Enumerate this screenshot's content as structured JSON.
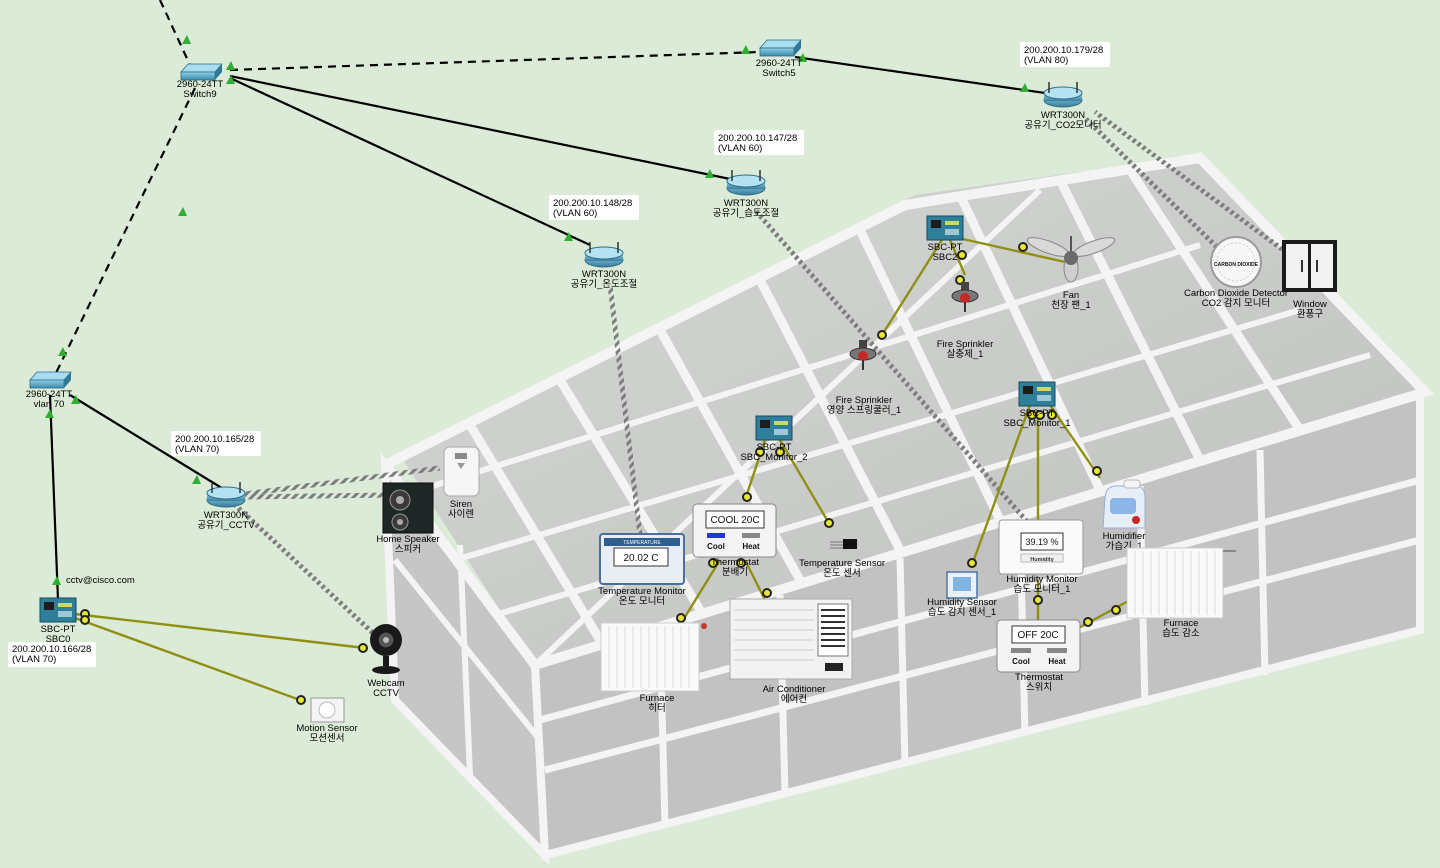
{
  "devices": {
    "switch9": {
      "model": "2960-24TT",
      "name": "Switch9"
    },
    "switch5": {
      "model": "2960-24TT",
      "name": "Switch5"
    },
    "switch_vlan70": {
      "model": "2960-24TT",
      "name": "vlan 70"
    },
    "router_co2": {
      "model": "WRT300N",
      "name": "공유기_CO2모니터",
      "ip": "200.200.10.179/28",
      "vlan": "(VLAN 80)"
    },
    "router_humid": {
      "model": "WRT300N",
      "name": "공유기_습도조절",
      "ip": "200.200.10.147/28",
      "vlan": "(VLAN 60)"
    },
    "router_temp": {
      "model": "WRT300N",
      "name": "공유기_온도조절",
      "ip": "200.200.10.148/28",
      "vlan": "(VLAN 60)"
    },
    "router_cctv": {
      "model": "WRT300N",
      "name": "공유기_CCTV",
      "ip": "200.200.10.165/28",
      "vlan": "(VLAN 70)"
    },
    "sbc0": {
      "model": "SBC-PT",
      "name": "SBC0",
      "ip": "200.200.10.166/28",
      "vlan": "(VLAN 70)",
      "user": "cctv@cisco.com"
    },
    "sbc2": {
      "model": "SBC-PT",
      "name": "SBC2"
    },
    "sbc_monitor_1": {
      "model": "SBC-PT",
      "name": "SBC_Monitor_1"
    },
    "sbc_monitor_2": {
      "model": "SBC-PT",
      "name": "SBC_Monitor_2"
    },
    "fan": {
      "name": "Fan",
      "sub": "천장 팬_1"
    },
    "fire_sprinkler_1": {
      "name": "Fire Sprinkler",
      "sub": "살충제_1"
    },
    "fire_sprinkler_2": {
      "name": "Fire Sprinkler",
      "sub": "영양 스프링쿨러_1"
    },
    "co2_detector": {
      "name": "Carbon Dioxide Detector",
      "sub": "CO2 감지 모니터",
      "face": "CARBON DIOXIDE"
    },
    "window": {
      "name": "Window",
      "sub": "환풍구"
    },
    "siren": {
      "name": "Siren",
      "sub": "사이렌"
    },
    "speaker": {
      "name": "Home Speaker",
      "sub": "스피커"
    },
    "webcam": {
      "name": "Webcam",
      "sub": "CCTV"
    },
    "motion": {
      "name": "Motion Sensor",
      "sub": "모션센서"
    },
    "temp_monitor": {
      "name": "Temperature Monitor",
      "sub": "온도 모니터",
      "header": "TEMPERATURE",
      "display": "20.02 C"
    },
    "thermostat_1": {
      "name": "Thermostat",
      "sub": "분배기",
      "display": "COOL 20C",
      "cool": "Cool",
      "heat": "Heat"
    },
    "temp_sensor": {
      "name": "Temperature Sensor",
      "sub": "온도 센서"
    },
    "furnace_1": {
      "name": "Furnace",
      "sub": "히터"
    },
    "aircon": {
      "name": "Air Conditioner",
      "sub": "에어컨"
    },
    "humidity_sensor": {
      "name": "Humidity Sensor",
      "sub": "습도 감지 센서_1"
    },
    "humidity_monitor": {
      "name": "Humidity Monitor",
      "sub": "습도 모니터_1",
      "display": "39.19 %",
      "caption": "Humidity"
    },
    "humidifier": {
      "name": "Humidifier",
      "sub": "가습기_1"
    },
    "thermostat_2": {
      "name": "Thermostat",
      "sub": "스위치",
      "display": "OFF 20C",
      "cool": "Cool",
      "heat": "Heat"
    },
    "furnace_2": {
      "name": "Furnace",
      "sub": "습도 감소"
    }
  },
  "colors": {
    "background": "#dcebd8",
    "iot_link": "#8f8f12",
    "ethernet_link": "#000000",
    "port_up": "#2fae2f",
    "switch_body": "#5aa9c4",
    "greenhouse_frame": "#f4f4f4",
    "greenhouse_glass": "#c9c9c9"
  }
}
